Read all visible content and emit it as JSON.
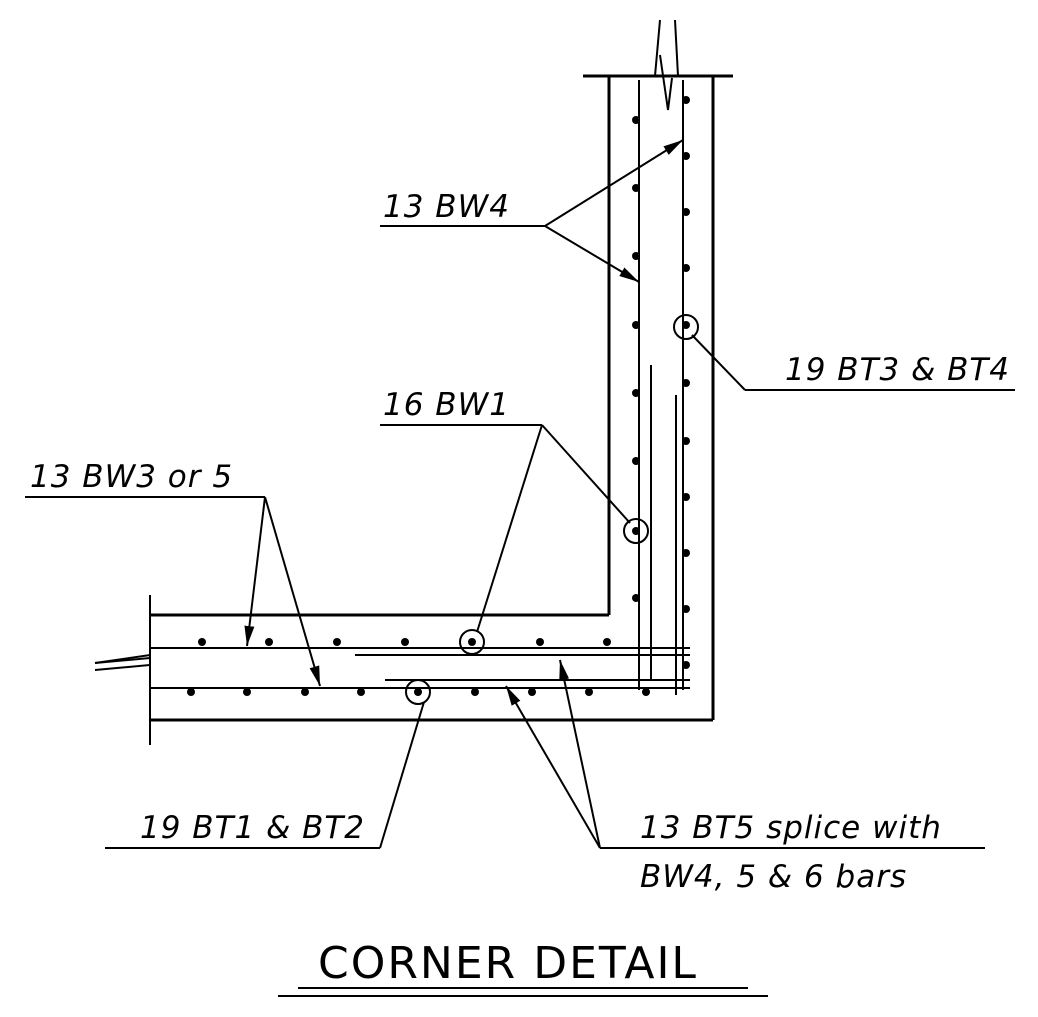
{
  "title": "CORNER DETAIL",
  "labels": {
    "bw4": "13 BW4",
    "bt3_bt4": "19 BT3 & BT4",
    "bw1": "16 BW1",
    "bw3_or_5": "13 BW3 or 5",
    "bt1_bt2": "19 BT1 & BT2",
    "bt5_line1": "13 BT5 splice with",
    "bt5_line2": "BW4, 5 & 6 bars"
  }
}
